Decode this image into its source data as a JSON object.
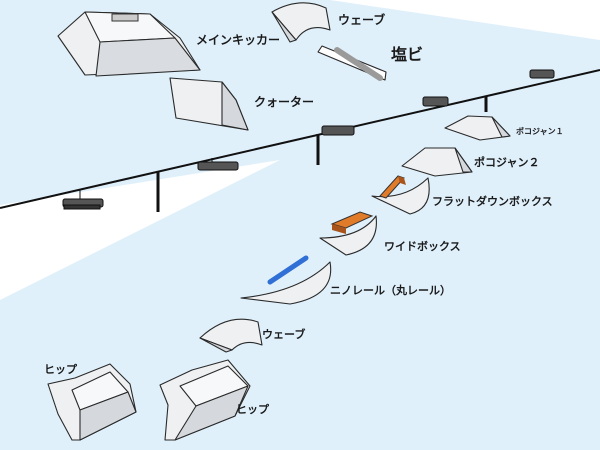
{
  "labels": {
    "main_kicker": "メインキッカー",
    "wave_top": "ウェーブ",
    "shiobi": "塩ビ",
    "quarter": "クォーター",
    "pogo_1": "ポコジャン１",
    "pogo_2": "ポコジャン２",
    "flat_down_box": "フラットダウンボックス",
    "wide_box": "ワイドボックス",
    "two_rail": "ニノレール（丸レール）",
    "wave_bottom": "ウェーブ",
    "hip_left": "ヒップ",
    "hip_right": "ヒップ"
  },
  "colors": {
    "snow_blue": "#dff0fb",
    "white_snow": "#ffffff",
    "feature_face": "#eef0f2",
    "feature_side": "#d5d9de",
    "box_orange": "#e07b2a",
    "rail_blue": "#2f6fd6",
    "pvc_gray": "#9a9a9a",
    "lift_line": "#111111"
  },
  "icons": {
    "chairs": "chairlift-chair-icon",
    "poles": "lift-tower-icon"
  }
}
